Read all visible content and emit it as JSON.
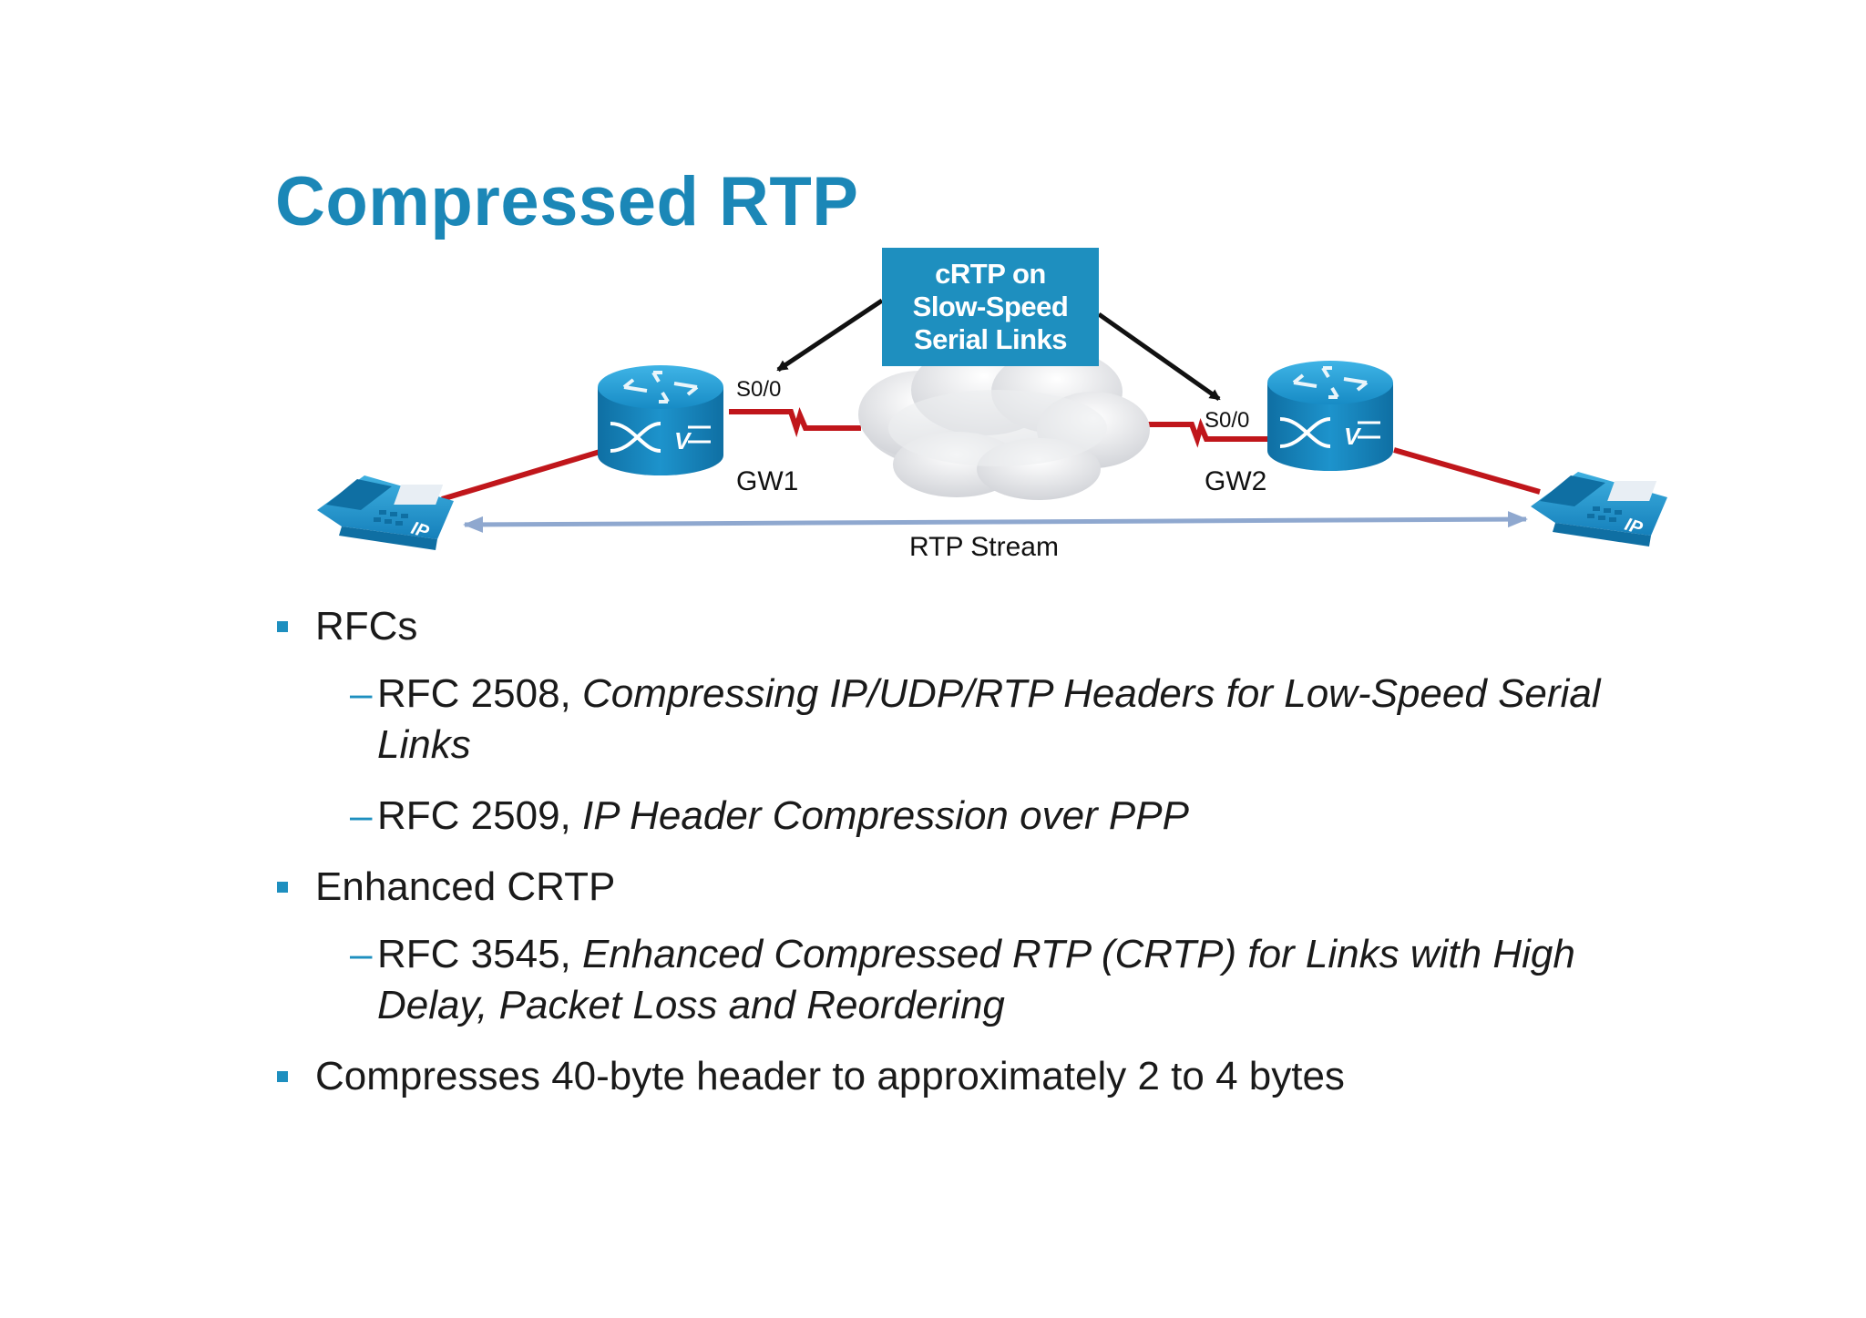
{
  "slide": {
    "title": "Compressed RTP"
  },
  "diagram": {
    "callout_lines": [
      "cRTP on",
      "Slow-Speed",
      "Serial Links"
    ],
    "gw1": {
      "interface_label": "S0/0",
      "name": "GW1"
    },
    "gw2": {
      "interface_label": "S0/0",
      "name": "GW2"
    },
    "stream_label": "RTP Stream",
    "colors": {
      "callout_bg": "#1e8fbf",
      "serial_link": "#c0161b",
      "rtp_arrow": "#8fa8cf",
      "router_body": "#1a8cc4",
      "cloud": "#e6e7ea"
    },
    "icons": [
      "ip-phone-icon",
      "voice-router-icon",
      "wan-cloud-icon",
      "voice-router-icon",
      "ip-phone-icon"
    ]
  },
  "bullets": [
    {
      "text": "RFCs",
      "sub": [
        {
          "prefix": "RFC 2508, ",
          "title": "Compressing IP/UDP/RTP Headers for Low-Speed Serial Links"
        },
        {
          "prefix": "RFC 2509, ",
          "title": "IP Header Compression over PPP"
        }
      ]
    },
    {
      "text": "Enhanced CRTP",
      "sub": [
        {
          "prefix": "RFC 3545, ",
          "title": "Enhanced Compressed RTP (CRTP) for Links with High Delay, Packet Loss and Reordering"
        }
      ]
    },
    {
      "text": "Compresses 40-byte header to approximately 2 to 4 bytes",
      "sub": []
    }
  ],
  "colors": {
    "title": "#1b87b7",
    "bullet_marker": "#1e8fbf"
  }
}
